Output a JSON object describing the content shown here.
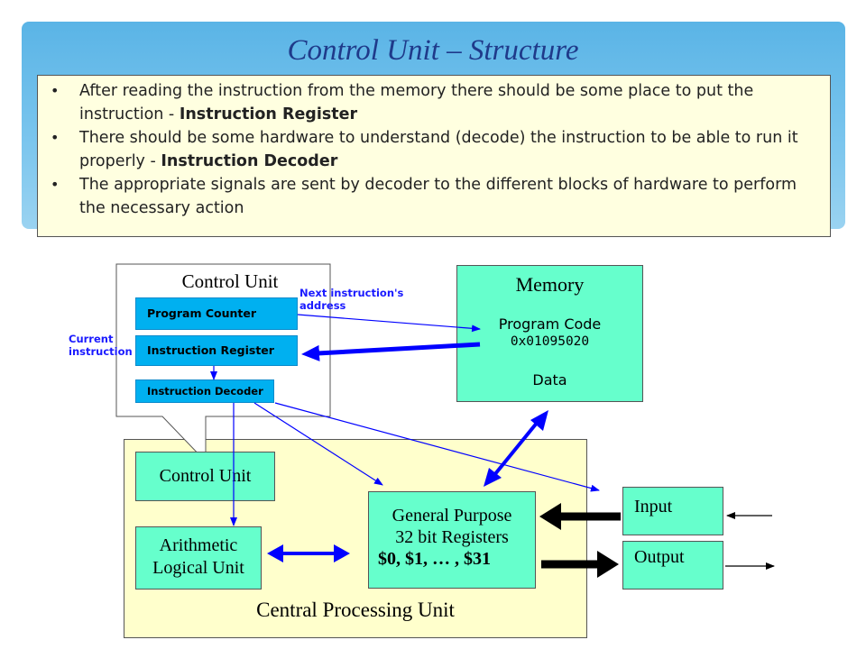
{
  "slide": {
    "title": "Control Unit – Structure",
    "bullets": [
      {
        "text": "After reading the instruction from the memory there should be some place to put the instruction - ",
        "bold": "Instruction Register"
      },
      {
        "text": "There should be some hardware to understand (decode) the instruction to be able to run it properly - ",
        "bold": "Instruction Decoder"
      },
      {
        "text": "The appropriate signals are sent by decoder to the different blocks of hardware to perform the necessary action",
        "bold": ""
      }
    ]
  },
  "diagram": {
    "callout": {
      "title": "Control Unit",
      "program_counter": "Program Counter",
      "instruction_register": "Instruction Register",
      "instruction_decoder": "Instruction Decoder"
    },
    "labels": {
      "next_instruction_line1": "Next instruction's",
      "next_instruction_line2": "address",
      "current_line1": "Current",
      "current_line2": "instruction"
    },
    "memory": {
      "title": "Memory",
      "program_code": "Program Code",
      "address": "0x01095020",
      "data": "Data"
    },
    "cpu": {
      "label": "Central Processing Unit",
      "control_unit": "Control Unit",
      "alu_line1": "Arithmetic",
      "alu_line2": "Logical Unit",
      "gpr_line1": "General Purpose",
      "gpr_line2": "32 bit Registers",
      "gpr_line3": "$0, $1, … , $31"
    },
    "io": {
      "input": "Input",
      "output": "Output"
    },
    "colors": {
      "block_fill": "#66ffcc",
      "register_fill": "#00b0f0",
      "cpu_fill": "#ffffcc",
      "arrow_blue": "#0000ff"
    }
  }
}
